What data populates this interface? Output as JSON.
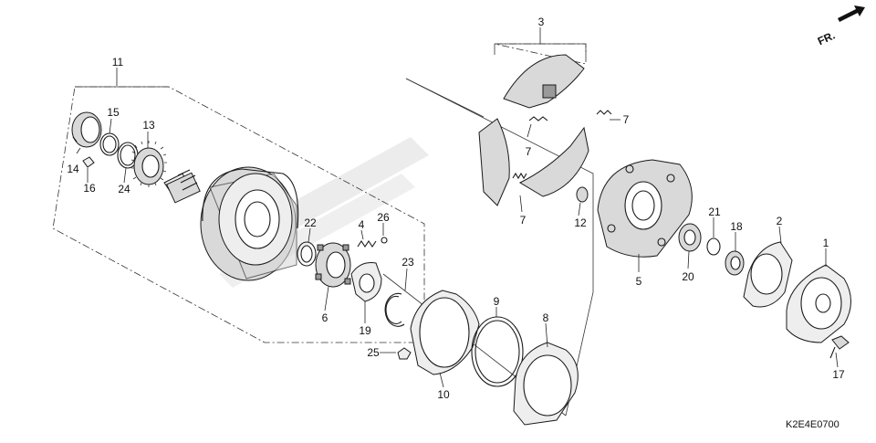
{
  "diagram_code": "K2E4E0700",
  "direction_label": "FR.",
  "callouts": {
    "p1": "1",
    "p2": "2",
    "p3": "3",
    "p4": "4",
    "p5": "5",
    "p6": "6",
    "p7a": "7",
    "p7b": "7",
    "p7c": "7",
    "p8": "8",
    "p9": "9",
    "p10": "10",
    "p11": "11",
    "p12": "12",
    "p13": "13",
    "p14": "14",
    "p15": "15",
    "p16": "16",
    "p17": "17",
    "p18": "18",
    "p19": "19",
    "p20": "20",
    "p21": "21",
    "p22": "22",
    "p23": "23",
    "p24": "24",
    "p25": "25",
    "p26": "26"
  },
  "colors": {
    "line": "#1a1a1a",
    "part_fill": "#d9d9d9",
    "background": "#ffffff"
  }
}
